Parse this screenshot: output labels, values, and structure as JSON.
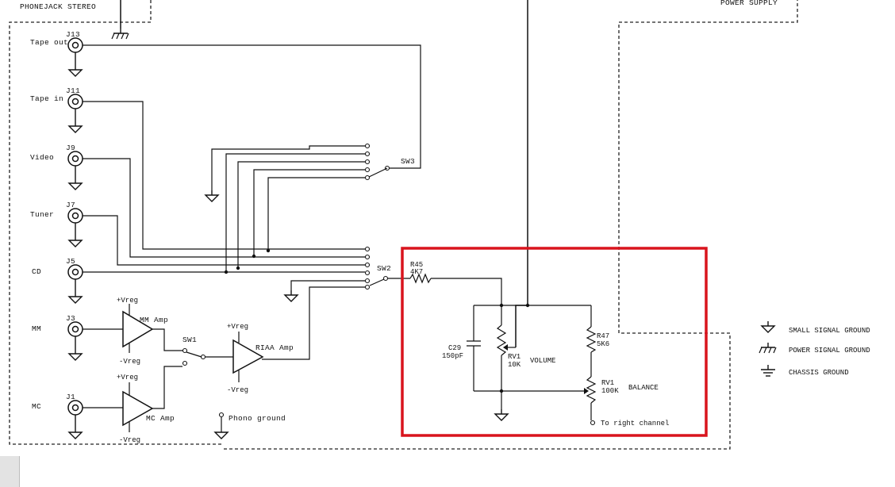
{
  "header": {
    "top_left_label": "PHONEJACK STEREO",
    "top_right_label": "POWER SUPPLY"
  },
  "jacks": [
    {
      "ref": "J13",
      "name": "Tape out"
    },
    {
      "ref": "J11",
      "name": "Tape in"
    },
    {
      "ref": "J9",
      "name": "Video"
    },
    {
      "ref": "J7",
      "name": "Tuner"
    },
    {
      "ref": "J5",
      "name": "CD"
    },
    {
      "ref": "J3",
      "name": "MM"
    },
    {
      "ref": "J1",
      "name": "MC"
    }
  ],
  "amps": {
    "mm": "MM Amp",
    "mc": "MC Amp",
    "riaa": "RIAA Amp",
    "vpos": "+Vreg",
    "vneg": "-Vreg"
  },
  "switches": {
    "sw1": "SW1",
    "sw2": "SW2",
    "sw3": "SW3"
  },
  "phono_ground": "Phono ground",
  "components": {
    "r45_ref": "R45",
    "r45_val": "4K7",
    "c29_ref": "C29",
    "c29_val": "150pF",
    "rv1_ref": "RV1",
    "rv1_val": "10K",
    "rv1_label": "VOLUME",
    "r47_ref": "R47",
    "r47_val": "5K6",
    "rv1b_ref": "RV1",
    "rv1b_val": "100K",
    "rv1b_label": "BALANCE",
    "to_right": "To right channel"
  },
  "legend": [
    {
      "icon": "small-signal-ground-icon",
      "label": "SMALL SIGNAL GROUND"
    },
    {
      "icon": "power-signal-ground-icon",
      "label": "POWER SIGNAL GROUND"
    },
    {
      "icon": "chassis-ground-icon",
      "label": "CHASSIS GROUND"
    }
  ],
  "highlight_color": "#d9141d"
}
